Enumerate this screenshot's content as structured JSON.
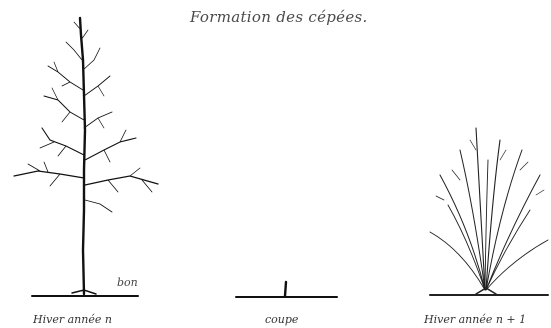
{
  "figure": {
    "title": "Formation des cépées.",
    "captions": {
      "left": "Hiver année n",
      "middle": "coupe",
      "right": "Hiver année n + 1"
    },
    "annotation_left": "bon"
  }
}
